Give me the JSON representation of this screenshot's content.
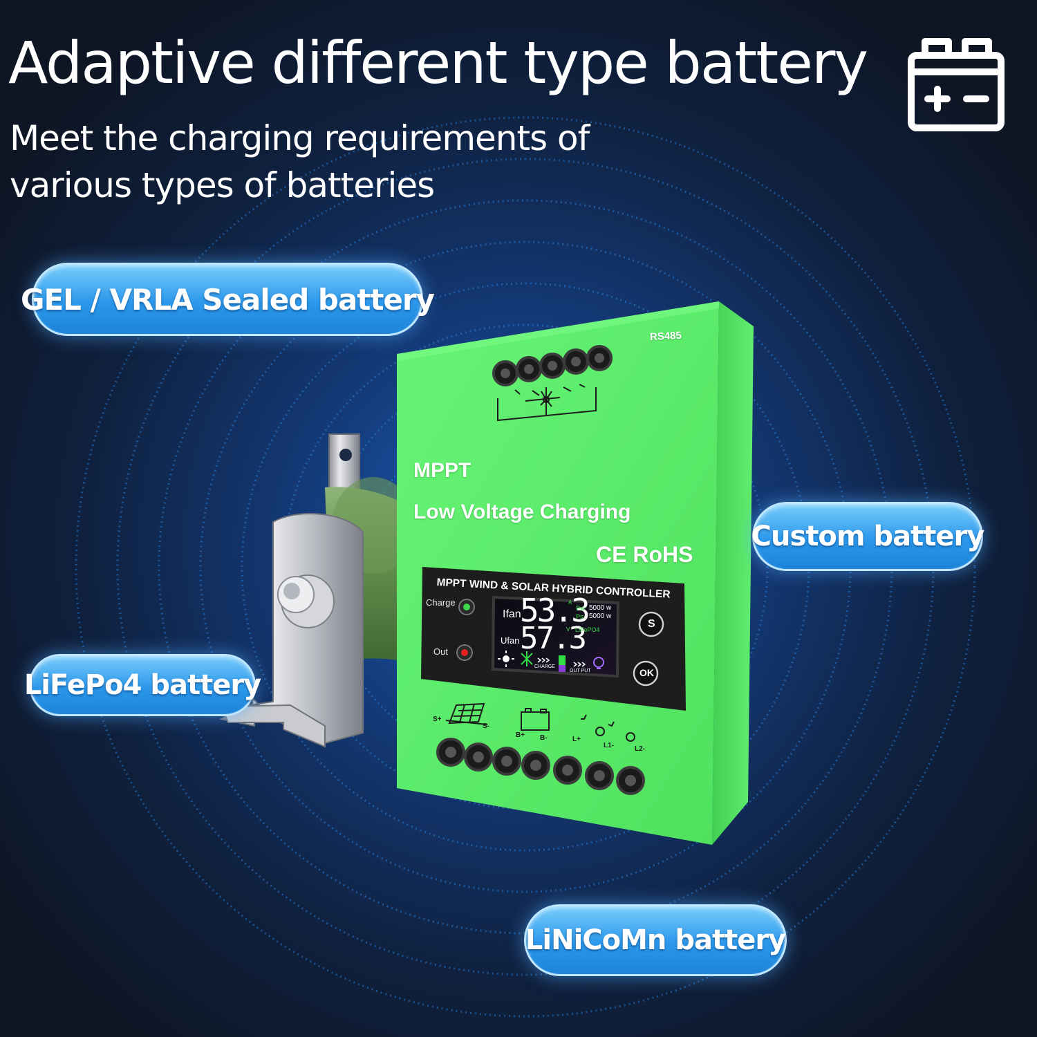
{
  "header": {
    "title": "Adaptive different type battery",
    "subtitle": "Meet the charging requirements of various types of batteries",
    "icon": "battery-icon"
  },
  "battery_types": {
    "gel": "GEL / VRLA Sealed battery",
    "custom": "Custom battery",
    "lifepo4": "LiFePo4 battery",
    "linicomn": "LiNiCoMn battery"
  },
  "device": {
    "feature_mppt": "MPPT",
    "feature_charging": "Low Voltage Charging",
    "certification": "CE RoHS",
    "port_label": "RS485",
    "panel_title": "MPPT WIND & SOLAR HYBRID CONTROLLER",
    "led_charge_label": "Charge",
    "led_out_label": "Out",
    "button_s": "S",
    "button_ok": "OK",
    "display": {
      "current_label": "Ifan",
      "voltage_label": "Ufan",
      "current_value": "53.3",
      "voltage_value": "57.3",
      "current_unit": "A",
      "voltage_unit": "V",
      "pw_label": "Pw:",
      "ps_label": "Ps:",
      "pw_value": "5000 w",
      "ps_value": "5000 w",
      "battery_type": "LiFePO4",
      "charge_label": "CHARGE",
      "output_label": "OUT PUT"
    },
    "terminals": {
      "s_plus": "S+",
      "s_minus": "S-",
      "b_plus": "B+",
      "b_minus": "B-",
      "l_plus": "L+",
      "l1_minus": "L1-",
      "l2_minus": "L2-"
    }
  },
  "colors": {
    "background": "#101a2c",
    "pill_blue": "#2b98ec",
    "device_green": "#5ef06a",
    "panel_black": "#1d1d1d",
    "led_green": "#3cd64b",
    "led_red": "#e02424"
  }
}
